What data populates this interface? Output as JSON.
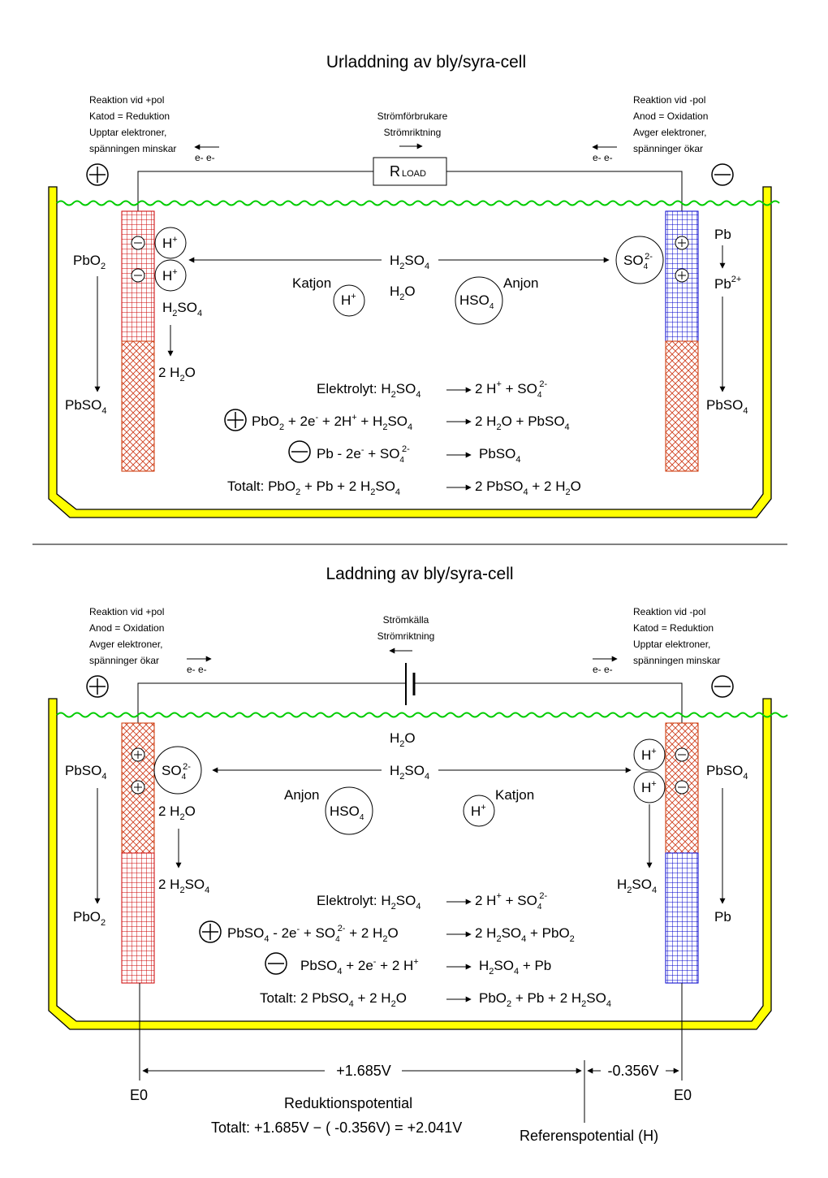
{
  "discharge": {
    "title": "Urladdning av bly/syra-cell",
    "left_info": [
      "Reaktion vid +pol",
      "Katod = Reduktion",
      "Upptar elektroner,",
      "spänningen minskar"
    ],
    "right_info": [
      "Reaktion vid -pol",
      "Anod = Oxidation",
      "Avger elektroner,",
      "spänninger ökar"
    ],
    "center_info": [
      "Strömförbrukare",
      "Strömriktning"
    ],
    "electrons": "e-  e-",
    "load_label": "R",
    "load_sub": "LOAD",
    "left_top": "PbO2",
    "left_bottom": "PbSO4",
    "right_top": "Pb",
    "right_mid": "Pb2+",
    "right_bottom": "PbSO4",
    "h_ion": "H+",
    "so4_ion": "SO42-",
    "h2so4": "H2SO4",
    "h2o": "H2O",
    "product_water": "2H2O",
    "katjon": "Katjon",
    "anjon": "Anjon",
    "hso4": "HSO4",
    "eq_electrolyte": "Elektrolyt:  H2SO4  →  2H+ + SO42-",
    "eq_plus": "PbO2 + 2e- + 2H+ + H2SO4  →  2H2O + PbSO4",
    "eq_minus": "Pb - 2e- + SO42-  →  PbSO4",
    "eq_total": "Totalt: PbO2 + Pb + 2H2SO4  →  2PbSO4 + 2H2O"
  },
  "charge": {
    "title": "Laddning av bly/syra-cell",
    "left_info": [
      "Reaktion vid +pol",
      "Anod = Oxidation",
      "Avger elektroner,",
      "spänninger ökar"
    ],
    "right_info": [
      "Reaktion vid -pol",
      "Katod = Reduktion",
      "Upptar elektroner,",
      "spänningen minskar"
    ],
    "center_info": [
      "Strömkälla",
      "Strömriktning"
    ],
    "electrons": "e-  e-",
    "left_top": "PbSO4",
    "left_bottom": "PbO2",
    "right_top": "PbSO4",
    "right_bottom": "Pb",
    "katjon": "Katjon",
    "anjon": "Anjon",
    "eq_electrolyte": "Elektrolyt:  H2SO4  →  2H+ + SO42-",
    "eq_plus": "PbSO4 - 2e- + SO42- + 2H2O  →  2H2SO4 + PbO2",
    "eq_minus": "PbSO4 + 2e- + 2H+  →  H2SO4 + Pb",
    "eq_total": "Totalt: 2PbSO4 + 2H2O  →  PbO2 + Pb + 2H2SO4"
  },
  "potentials": {
    "plus_value": "+1.685V",
    "minus_value": "-0.356V",
    "e0": "E0",
    "reduction_label": "Reduktionspotential",
    "total_line": "Totalt: +1.685V − ( -0.356V) = +2.041V",
    "reference_label": "Referenspotential (H)"
  },
  "colors": {
    "tank_fill": "#ffff00",
    "electrolyte_line": "#00cc00",
    "positive_plate": "#cc0000",
    "negative_plate": "#0000cc",
    "sulfate_plate": "#d04020"
  }
}
